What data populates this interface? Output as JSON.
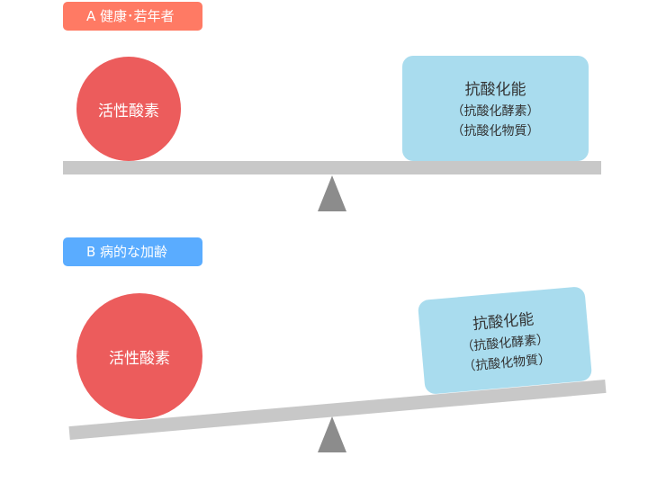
{
  "colors": {
    "label_a": "#ff7a64",
    "label_b": "#5aacff",
    "circle": "#ec5c5c",
    "box": "#a9dcee",
    "beam": "#c8c8c8",
    "fulcrum": "#8c8c8c"
  },
  "scene_a": {
    "label": "A 健康･若年者",
    "circle": "活性酸素",
    "box": {
      "title": "抗酸化能",
      "line1": "（抗酸化酵素）",
      "line2": "（抗酸化物質）"
    }
  },
  "scene_b": {
    "label": "B 病的な加齢",
    "circle": "活性酸素",
    "box": {
      "title": "抗酸化能",
      "line1": "（抗酸化酵素）",
      "line2": "（抗酸化物質）"
    }
  }
}
